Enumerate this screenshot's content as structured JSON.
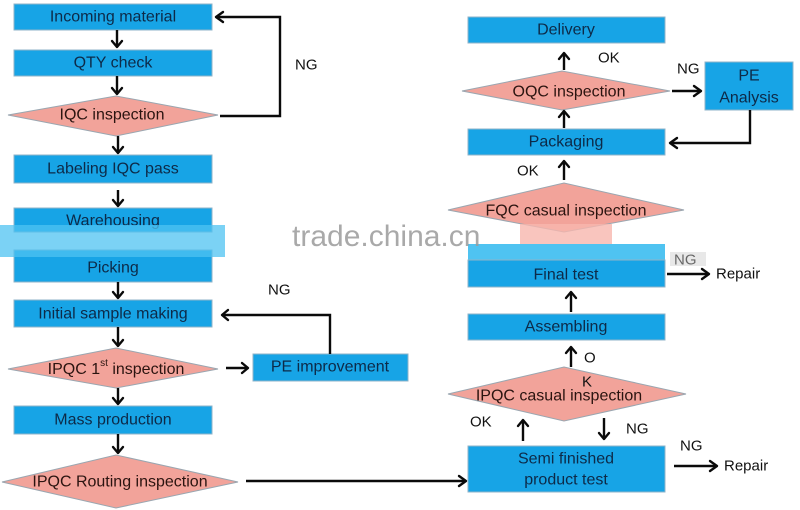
{
  "title": "Production quality control process flow",
  "colors": {
    "process_fill": "#17a4e6",
    "decision_fill": "#f2a39a",
    "arrow": "#0a0a0a",
    "watermark": "#9b9b9b"
  },
  "watermark": "trade.china.cn",
  "nodes": {
    "incoming_material": "Incoming material",
    "qty_check": "QTY check",
    "iqc_inspection": "IQC inspection",
    "labeling_iqc_pass": "Labeling IQC pass",
    "warehousing": "Warehousing",
    "picking": "Picking",
    "initial_sample_making": "Initial sample making",
    "ipqc_1st_inspection": {
      "pre": "IPQC 1",
      "sup": "st",
      "post": " inspection"
    },
    "pe_improvement": "PE improvement",
    "mass_production": "Mass production",
    "ipqc_routing_inspection": "IPQC Routing inspection",
    "semi_finished_product_test": {
      "line1": "Semi finished",
      "line2": "product test"
    },
    "ipqc_casual_inspection": "IPQC casual inspection",
    "assembling": "Assembling",
    "final_test": "Final test",
    "fqc_casual_inspection": "FQC casual inspection",
    "packaging": "Packaging",
    "oqc_inspection": "OQC inspection",
    "pe_analysis": {
      "line1": "PE",
      "line2": "Analysis"
    },
    "delivery": "Delivery",
    "repair_final": "Repair",
    "repair_semi": "Repair"
  },
  "edge_labels": {
    "iqc_ng": "NG",
    "ipqc1_ng": "NG",
    "oqc_ok": "OK",
    "oqc_ng": "NG",
    "fqc_ok": "OK",
    "final_ng": "NG",
    "casual_ok_up_o": "O",
    "casual_ok_up_k": "K",
    "casual_ok_in": "OK",
    "casual_ng": "NG",
    "semi_ng": "NG"
  }
}
